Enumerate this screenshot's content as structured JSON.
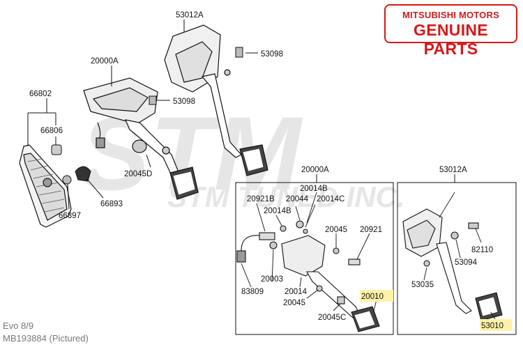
{
  "brand": {
    "line1": "MITSUBISHI MOTORS",
    "line2": "GENUINE PARTS",
    "color": "#d41a1a"
  },
  "watermark": {
    "big": "STM",
    "small": "STM TUNED INC."
  },
  "labels": {
    "p53012A_top": "53012A",
    "p53098_top": "53098",
    "p20000A_top": "20000A",
    "p53098_mid": "53098",
    "p66802": "66802",
    "p66806": "66806",
    "p20045D": "20045D",
    "p66893": "66893",
    "p66897": "66897",
    "box1_title": "20000A",
    "box2_title": "53012A",
    "p20014B_a": "20014B",
    "p20921B": "20921B",
    "p20044": "20044",
    "p20014C": "20014C",
    "p20014B_b": "20014B",
    "p20045_a": "20045",
    "p20921": "20921",
    "p20003": "20003",
    "p83809": "83809",
    "p20014": "20014",
    "p20010": "20010",
    "p20045_b": "20045",
    "p20045C": "20045C",
    "p82110": "82110",
    "p53094": "53094",
    "p53035": "53035",
    "p53010": "53010"
  },
  "footer": {
    "line1": "Evo 8/9",
    "line2": "MB193884  (Pictured)"
  },
  "colors": {
    "highlight": "#fff2a8",
    "line": "#111111",
    "watermark": "#e6e6e6"
  }
}
